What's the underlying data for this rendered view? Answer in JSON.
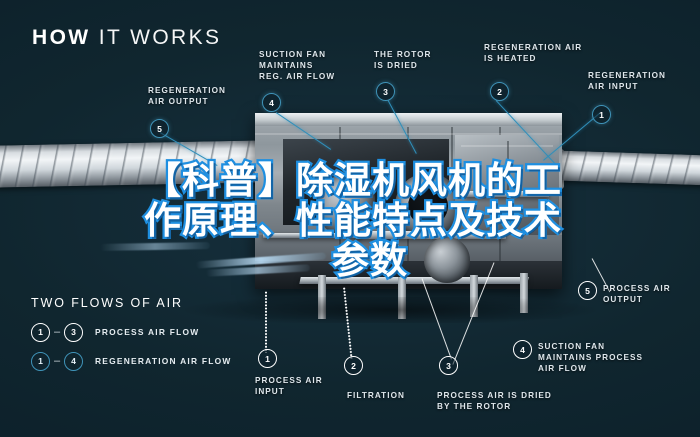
{
  "title": {
    "bold": "HOW",
    "light": "IT WORKS"
  },
  "colors": {
    "background": "#10262f",
    "teal_accent": "#2f8fba",
    "white": "#ffffff",
    "headline_outline": "#1f8fe0"
  },
  "headline_cn": {
    "line1": "【科普】除湿机风机的工",
    "line2": "作原理、性能特点及技术",
    "line3": "参数"
  },
  "callouts_top": [
    {
      "id": 1,
      "number": "5",
      "label": "REGENERATION\nAIR OUTPUT",
      "style": "teal"
    },
    {
      "id": 2,
      "number": "4",
      "label": "SUCTION FAN\nMAINTAINS\nREG. AIR FLOW",
      "style": "teal"
    },
    {
      "id": 3,
      "number": "3",
      "label": "THE ROTOR\nIS DRIED",
      "style": "teal"
    },
    {
      "id": 4,
      "number": "2",
      "label": "REGENERATION AIR\nIS HEATED",
      "style": "teal"
    },
    {
      "id": 5,
      "number": "1",
      "label": "REGENERATION\nAIR INPUT",
      "style": "teal"
    }
  ],
  "callouts_bottom": [
    {
      "id": 1,
      "number": "1",
      "label": "PROCESS AIR\nINPUT",
      "style": "white"
    },
    {
      "id": 2,
      "number": "2",
      "label": "FILTRATION",
      "style": "white"
    },
    {
      "id": 3,
      "number": "3",
      "label": "PROCESS AIR IS DRIED\nBY THE ROTOR",
      "style": "white"
    },
    {
      "id": 4,
      "number": "4",
      "label": "SUCTION FAN\nMAINTAINS PROCESS\nAIR FLOW",
      "style": "white"
    },
    {
      "id": 5,
      "number": "5",
      "label": "PROCESS AIR\nOUTPUT",
      "style": "white"
    }
  ],
  "legend": {
    "title": "TWO FLOWS OF AIR",
    "rows": [
      {
        "from": "1",
        "dash": "–",
        "to": "3",
        "label": "PROCESS AIR FLOW",
        "style": "white"
      },
      {
        "from": "1",
        "dash": "–",
        "to": "4",
        "label": "REGENERATION AIR FLOW",
        "style": "teal"
      }
    ]
  }
}
